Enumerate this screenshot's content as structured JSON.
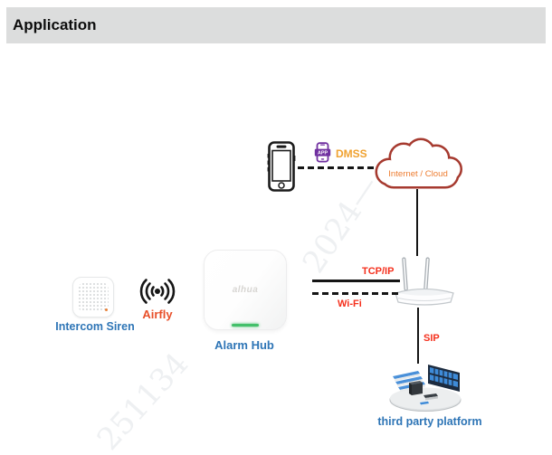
{
  "page": {
    "title": "Application"
  },
  "watermarks": {
    "center": "2024—",
    "bottom_left": "251134"
  },
  "devices": {
    "phone": {
      "icon": "smartphone-icon"
    },
    "dmss_app": {
      "badge": "APP",
      "label": "DMSS"
    },
    "cloud": {
      "label": "Internet / Cloud"
    },
    "intercom_siren": {
      "label": "Intercom Siren"
    },
    "airfly": {
      "label": "Airfly"
    },
    "alarm_hub": {
      "label": "Alarm Hub",
      "logo": "alhua"
    },
    "router": {
      "icon": "wireless-router-icon"
    },
    "third_party_platform": {
      "label": "third party platform"
    }
  },
  "connections": {
    "tcp_ip": {
      "label": "TCP/IP",
      "style": "solid"
    },
    "wifi": {
      "label": "Wi-Fi",
      "style": "dashed"
    },
    "sip": {
      "label": "SIP",
      "style": "solid"
    },
    "phone_to_cloud": {
      "style": "dashed"
    },
    "cloud_to_router": {
      "style": "solid"
    },
    "router_to_platform": {
      "style": "solid"
    }
  },
  "colors": {
    "banner_bg": "#dcdddd",
    "blue_label": "#2e75b6",
    "red_label": "#f5301d",
    "dmss_orange": "#f0a230",
    "airfly_orange": "#e8502a",
    "cloud_stroke": "#a63a2f",
    "cloud_text": "#ed7d31",
    "app_purple": "#7030a0",
    "led_green": "#43c06a"
  }
}
